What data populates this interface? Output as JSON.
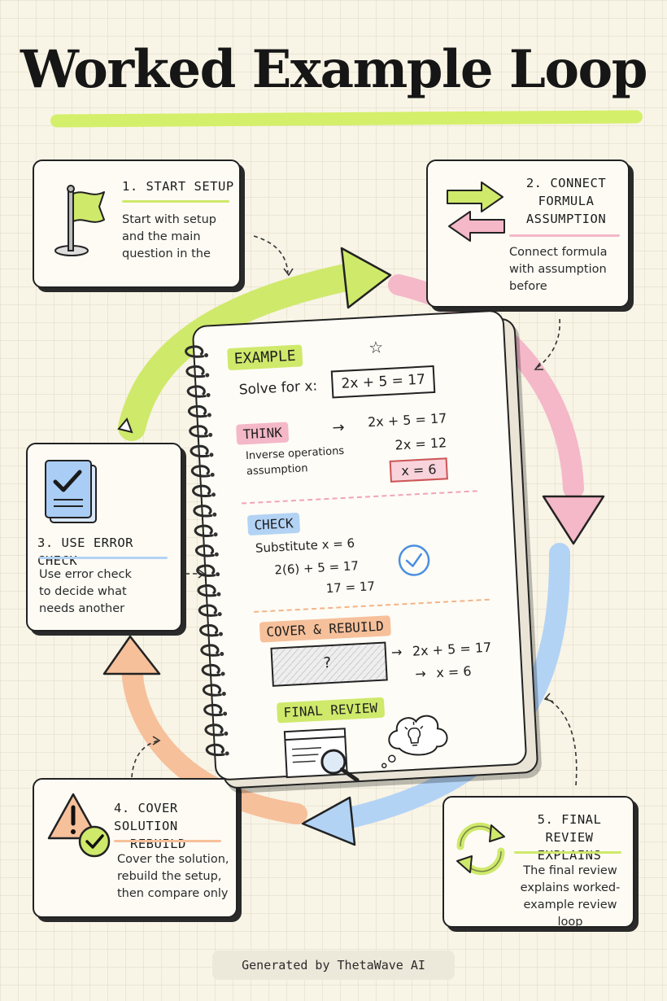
{
  "title": "Worked Example Loop",
  "colors": {
    "green": "#cfe96b",
    "pink": "#f4b8c8",
    "blue": "#b3d3f5",
    "orange": "#f6c09a"
  },
  "cards": [
    {
      "title": "1. START SETUP",
      "desc": [
        "Start with setup",
        "and the main",
        "question in the"
      ],
      "icon": "flag-icon"
    },
    {
      "title": [
        "2. CONNECT",
        "FORMULA",
        "ASSUMPTION"
      ],
      "desc": [
        "Connect formula",
        "with assumption",
        "before"
      ],
      "icon": "arrows-exchange-icon"
    },
    {
      "title": "3. USE ERROR CHECK",
      "desc": [
        "Use error check",
        "to decide what",
        "needs another"
      ],
      "icon": "checklist-icon"
    },
    {
      "title": [
        "4. COVER SOLUTION",
        "REBUILD"
      ],
      "desc": [
        "Cover the solution,",
        "rebuild the setup,",
        "then compare only"
      ],
      "icon": "warning-check-icon"
    },
    {
      "title": [
        "5. FINAL REVIEW",
        "EXPLAINS"
      ],
      "desc": [
        "The final review",
        "explains worked-",
        "example review loop"
      ],
      "icon": "refresh-cycle-icon"
    }
  ],
  "notebook": {
    "example_tag": "EXAMPLE",
    "solve_label": "Solve for x:",
    "equation": "2x + 5 = 17",
    "think_tag": "THINK",
    "think_text": [
      "Inverse operations",
      "assumption"
    ],
    "steps": [
      "2x + 5 = 17",
      "2x = 12",
      "x = 6"
    ],
    "check_tag": "CHECK",
    "check_lines": [
      "Substitute  x = 6",
      "2(6) + 5 = 17",
      "17 = 17"
    ],
    "cover_tag": "COVER & REBUILD",
    "cover_mark": "?",
    "cover_steps": [
      "2x + 5 = 17",
      "x = 6"
    ],
    "final_tag": "FINAL REVIEW"
  },
  "footer": "Generated by ThetaWave AI"
}
